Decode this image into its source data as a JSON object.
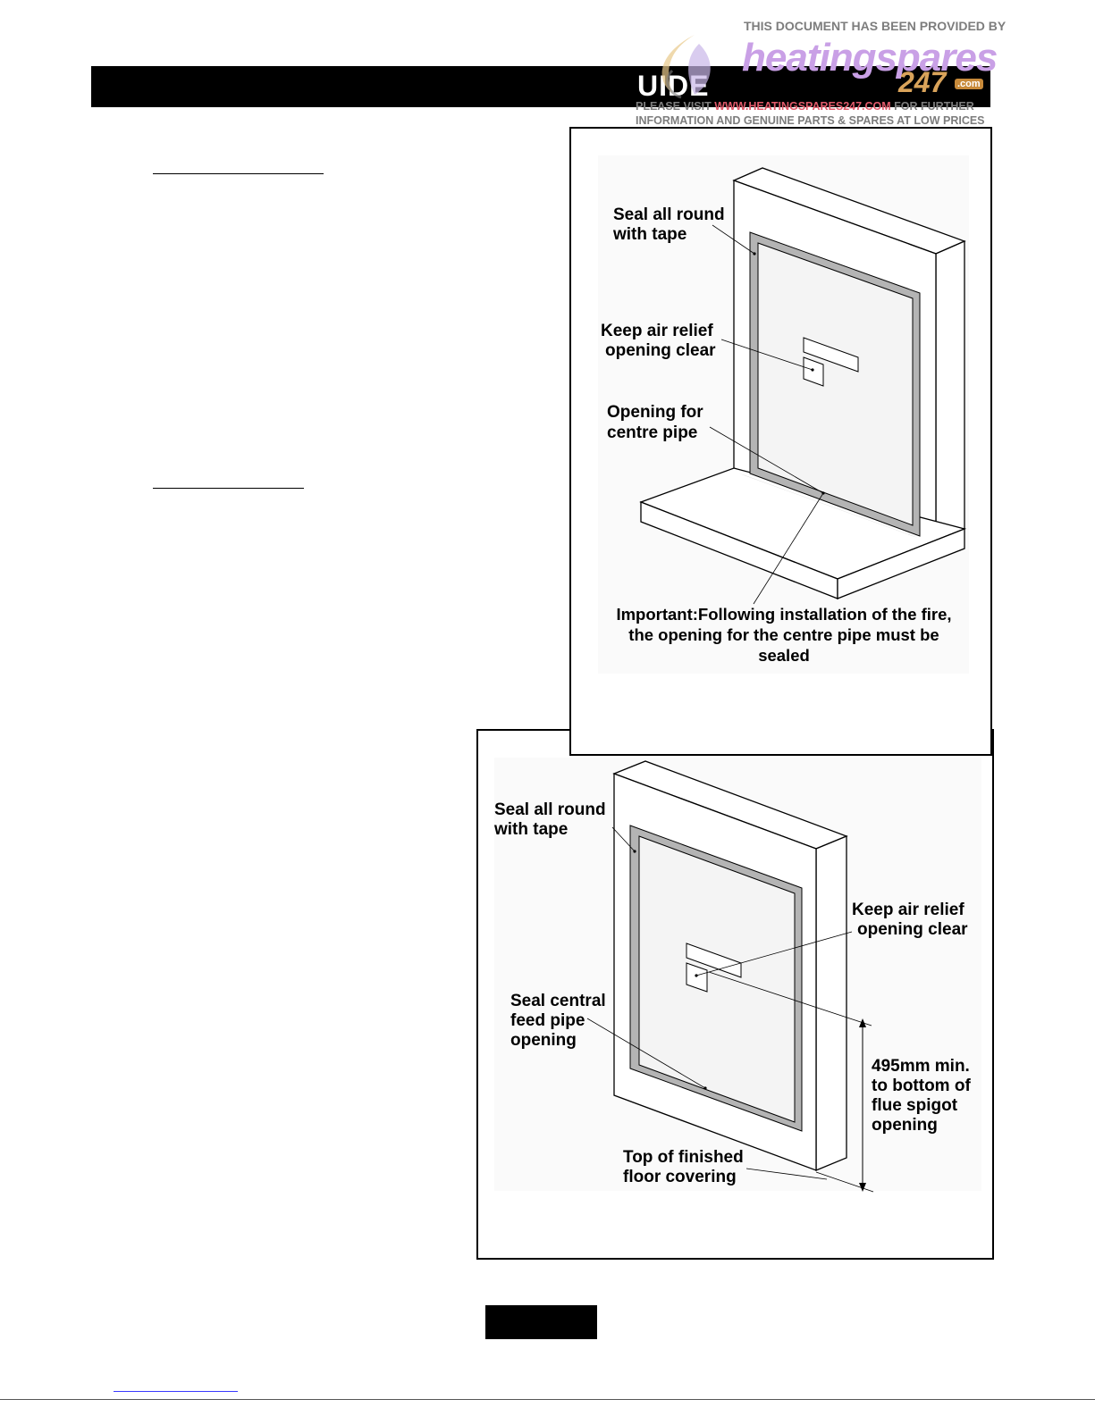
{
  "header": {
    "title_fragment": "UIDE"
  },
  "watermark": {
    "provided_by": "THIS DOCUMENT HAS BEEN PROVIDED BY",
    "logo_main": "heatingspares",
    "logo_number": "247",
    "logo_suffix": ".com",
    "visit_prefix": "PLEASE VISIT ",
    "visit_url": "WWW.HEATINGSPARES247.COM",
    "visit_suffix": " FOR FURTHER",
    "line2": "INFORMATION AND GENUINE PARTS & SPARES AT LOW PRICES"
  },
  "figure_top": {
    "label_seal": [
      "Seal all round",
      "with tape"
    ],
    "label_air": [
      "Keep air relief",
      "opening clear"
    ],
    "label_opening": [
      "Opening for",
      "centre pipe"
    ],
    "label_important": [
      "Important:Following installation of the fire,",
      "the opening for the centre pipe must be",
      "sealed"
    ]
  },
  "figure_bottom": {
    "label_seal": [
      "Seal all round",
      "with tape"
    ],
    "label_air": [
      "Keep air relief",
      "opening clear"
    ],
    "label_feed": [
      "Seal central",
      "feed pipe",
      "opening"
    ],
    "label_dimension": [
      "495mm min.",
      "to bottom of",
      "flue spigot",
      "opening"
    ],
    "label_floor": [
      "Top of finished",
      "floor covering"
    ]
  },
  "colors": {
    "bar": "#000000",
    "watermark_grey": "#7d7d7d",
    "watermark_url": "#e05a6a",
    "logo_purple": "#c9a0e6",
    "logo_orange": "#d9a35a",
    "tape_grey": "#b4b4b4"
  }
}
